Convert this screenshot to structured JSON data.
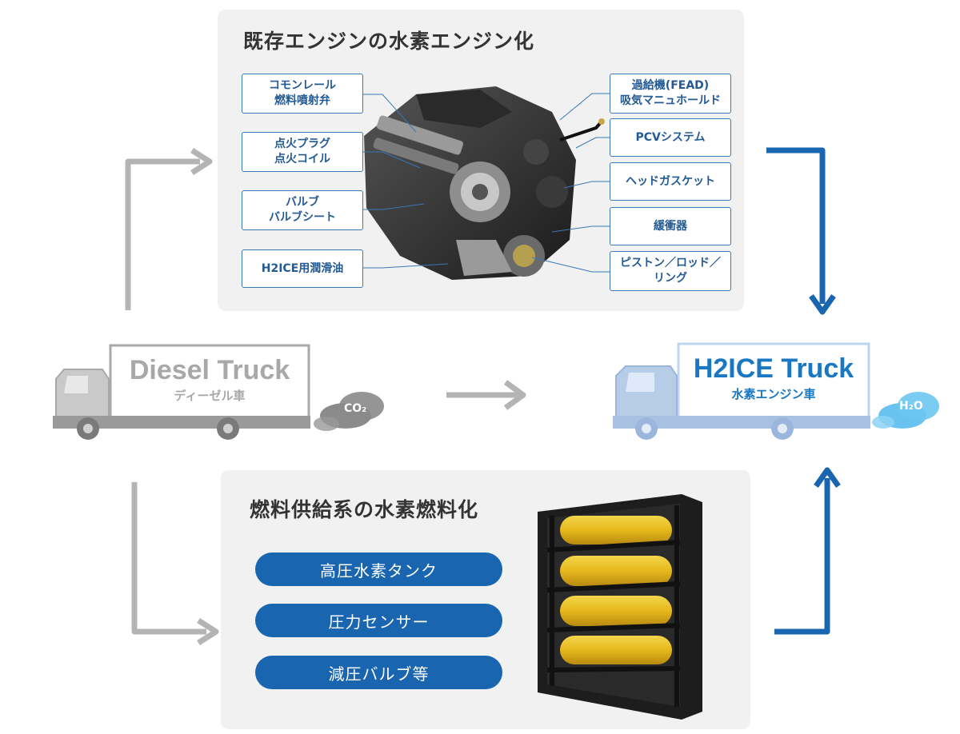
{
  "engine_section": {
    "title": "既存エンジンの水素エンジン化",
    "left_labels": [
      {
        "line1": "コモンレール",
        "line2": "燃料噴射弁"
      },
      {
        "line1": "点火プラグ",
        "line2": "点火コイル"
      },
      {
        "line1": "バルブ",
        "line2": "バルブシート"
      },
      {
        "line1": "H2ICE用潤滑油",
        "line2": ""
      }
    ],
    "right_labels": [
      {
        "line1": "過給機(FEAD)",
        "line2": "吸気マニュホールド"
      },
      {
        "line1": "PCVシステム",
        "line2": ""
      },
      {
        "line1": "ヘッドガスケット",
        "line2": ""
      },
      {
        "line1": "緩衝器",
        "line2": ""
      },
      {
        "line1": "ピストン／ロッド／",
        "line2": "リング"
      }
    ]
  },
  "fuel_section": {
    "title": "燃料供給系の水素燃料化",
    "items": [
      "高圧水素タンク",
      "圧力センサー",
      "減圧バルブ等"
    ]
  },
  "diesel_truck": {
    "title": "Diesel Truck",
    "subtitle": "ディーゼル車",
    "emission": "CO₂",
    "color": "#a8a8a8"
  },
  "h2ice_truck": {
    "title": "H2ICE Truck",
    "subtitle": "水素エンジン車",
    "emission": "H₂O",
    "color": "#1a78c2"
  },
  "colors": {
    "arrow_gray": "#b4b4b4",
    "arrow_blue": "#1965b0",
    "label_border": "#3b78b8"
  }
}
